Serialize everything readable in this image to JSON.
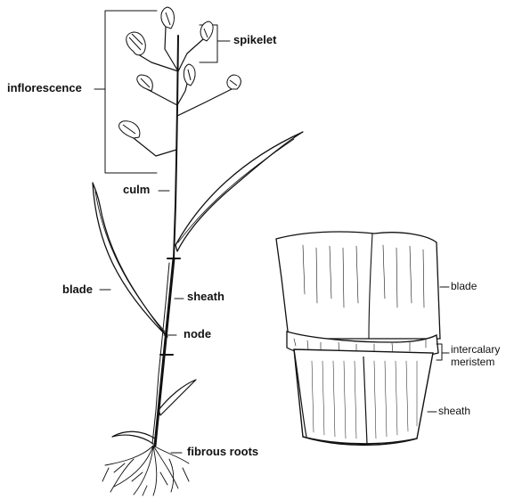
{
  "labels": {
    "spikelet": "spikelet",
    "inflorescence": "inflorescence",
    "culm": "culm",
    "blade_left": "blade",
    "sheath_left": "sheath",
    "node": "node",
    "fibrous_roots": "fibrous roots",
    "blade_right": "blade",
    "intercalary": "intercalary",
    "meristem": "meristem",
    "sheath_right": "sheath"
  },
  "colors": {
    "ink": "#111111",
    "background": "#ffffff"
  }
}
